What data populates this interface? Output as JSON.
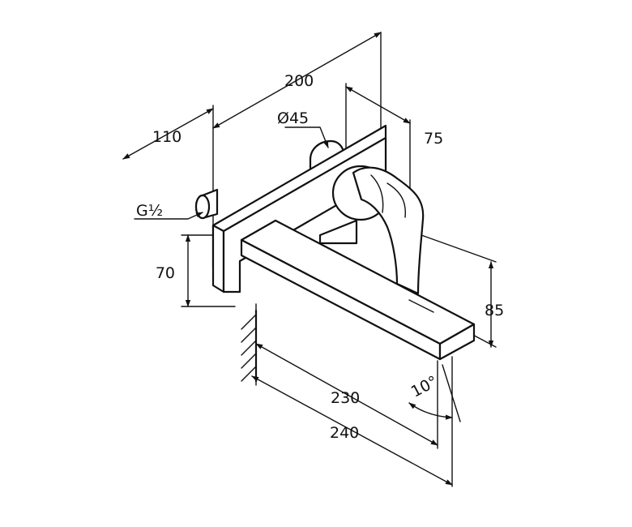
{
  "dimensions": {
    "overall_depth": "200",
    "plate_depth": "110",
    "handle_diameter": "Ø45",
    "handle_offset": "75",
    "connection_thread": "G½",
    "plate_height": "70",
    "spout_height": "85",
    "spout_reach": "230",
    "total_reach": "240",
    "spout_angle": "10°"
  }
}
